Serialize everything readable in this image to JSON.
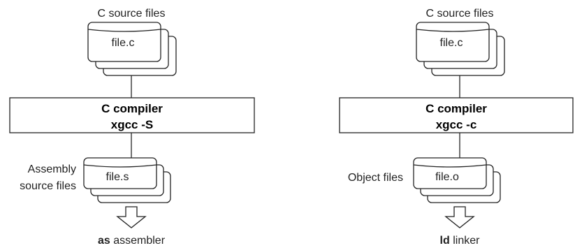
{
  "left": {
    "top_label": "C source files",
    "top_file": "file.c",
    "compiler_line1": "C compiler",
    "compiler_line2": "xgcc -S",
    "side_label_line1": "Assembly",
    "side_label_line2": "source files",
    "bottom_file": "file.s",
    "result_bold": "as",
    "result_rest": " assembler"
  },
  "right": {
    "top_label": "C source files",
    "top_file": "file.c",
    "compiler_line1": "C compiler",
    "compiler_line2": "xgcc -c",
    "side_label": "Object files",
    "bottom_file": "file.o",
    "result_bold": "ld",
    "result_rest": " linker"
  }
}
